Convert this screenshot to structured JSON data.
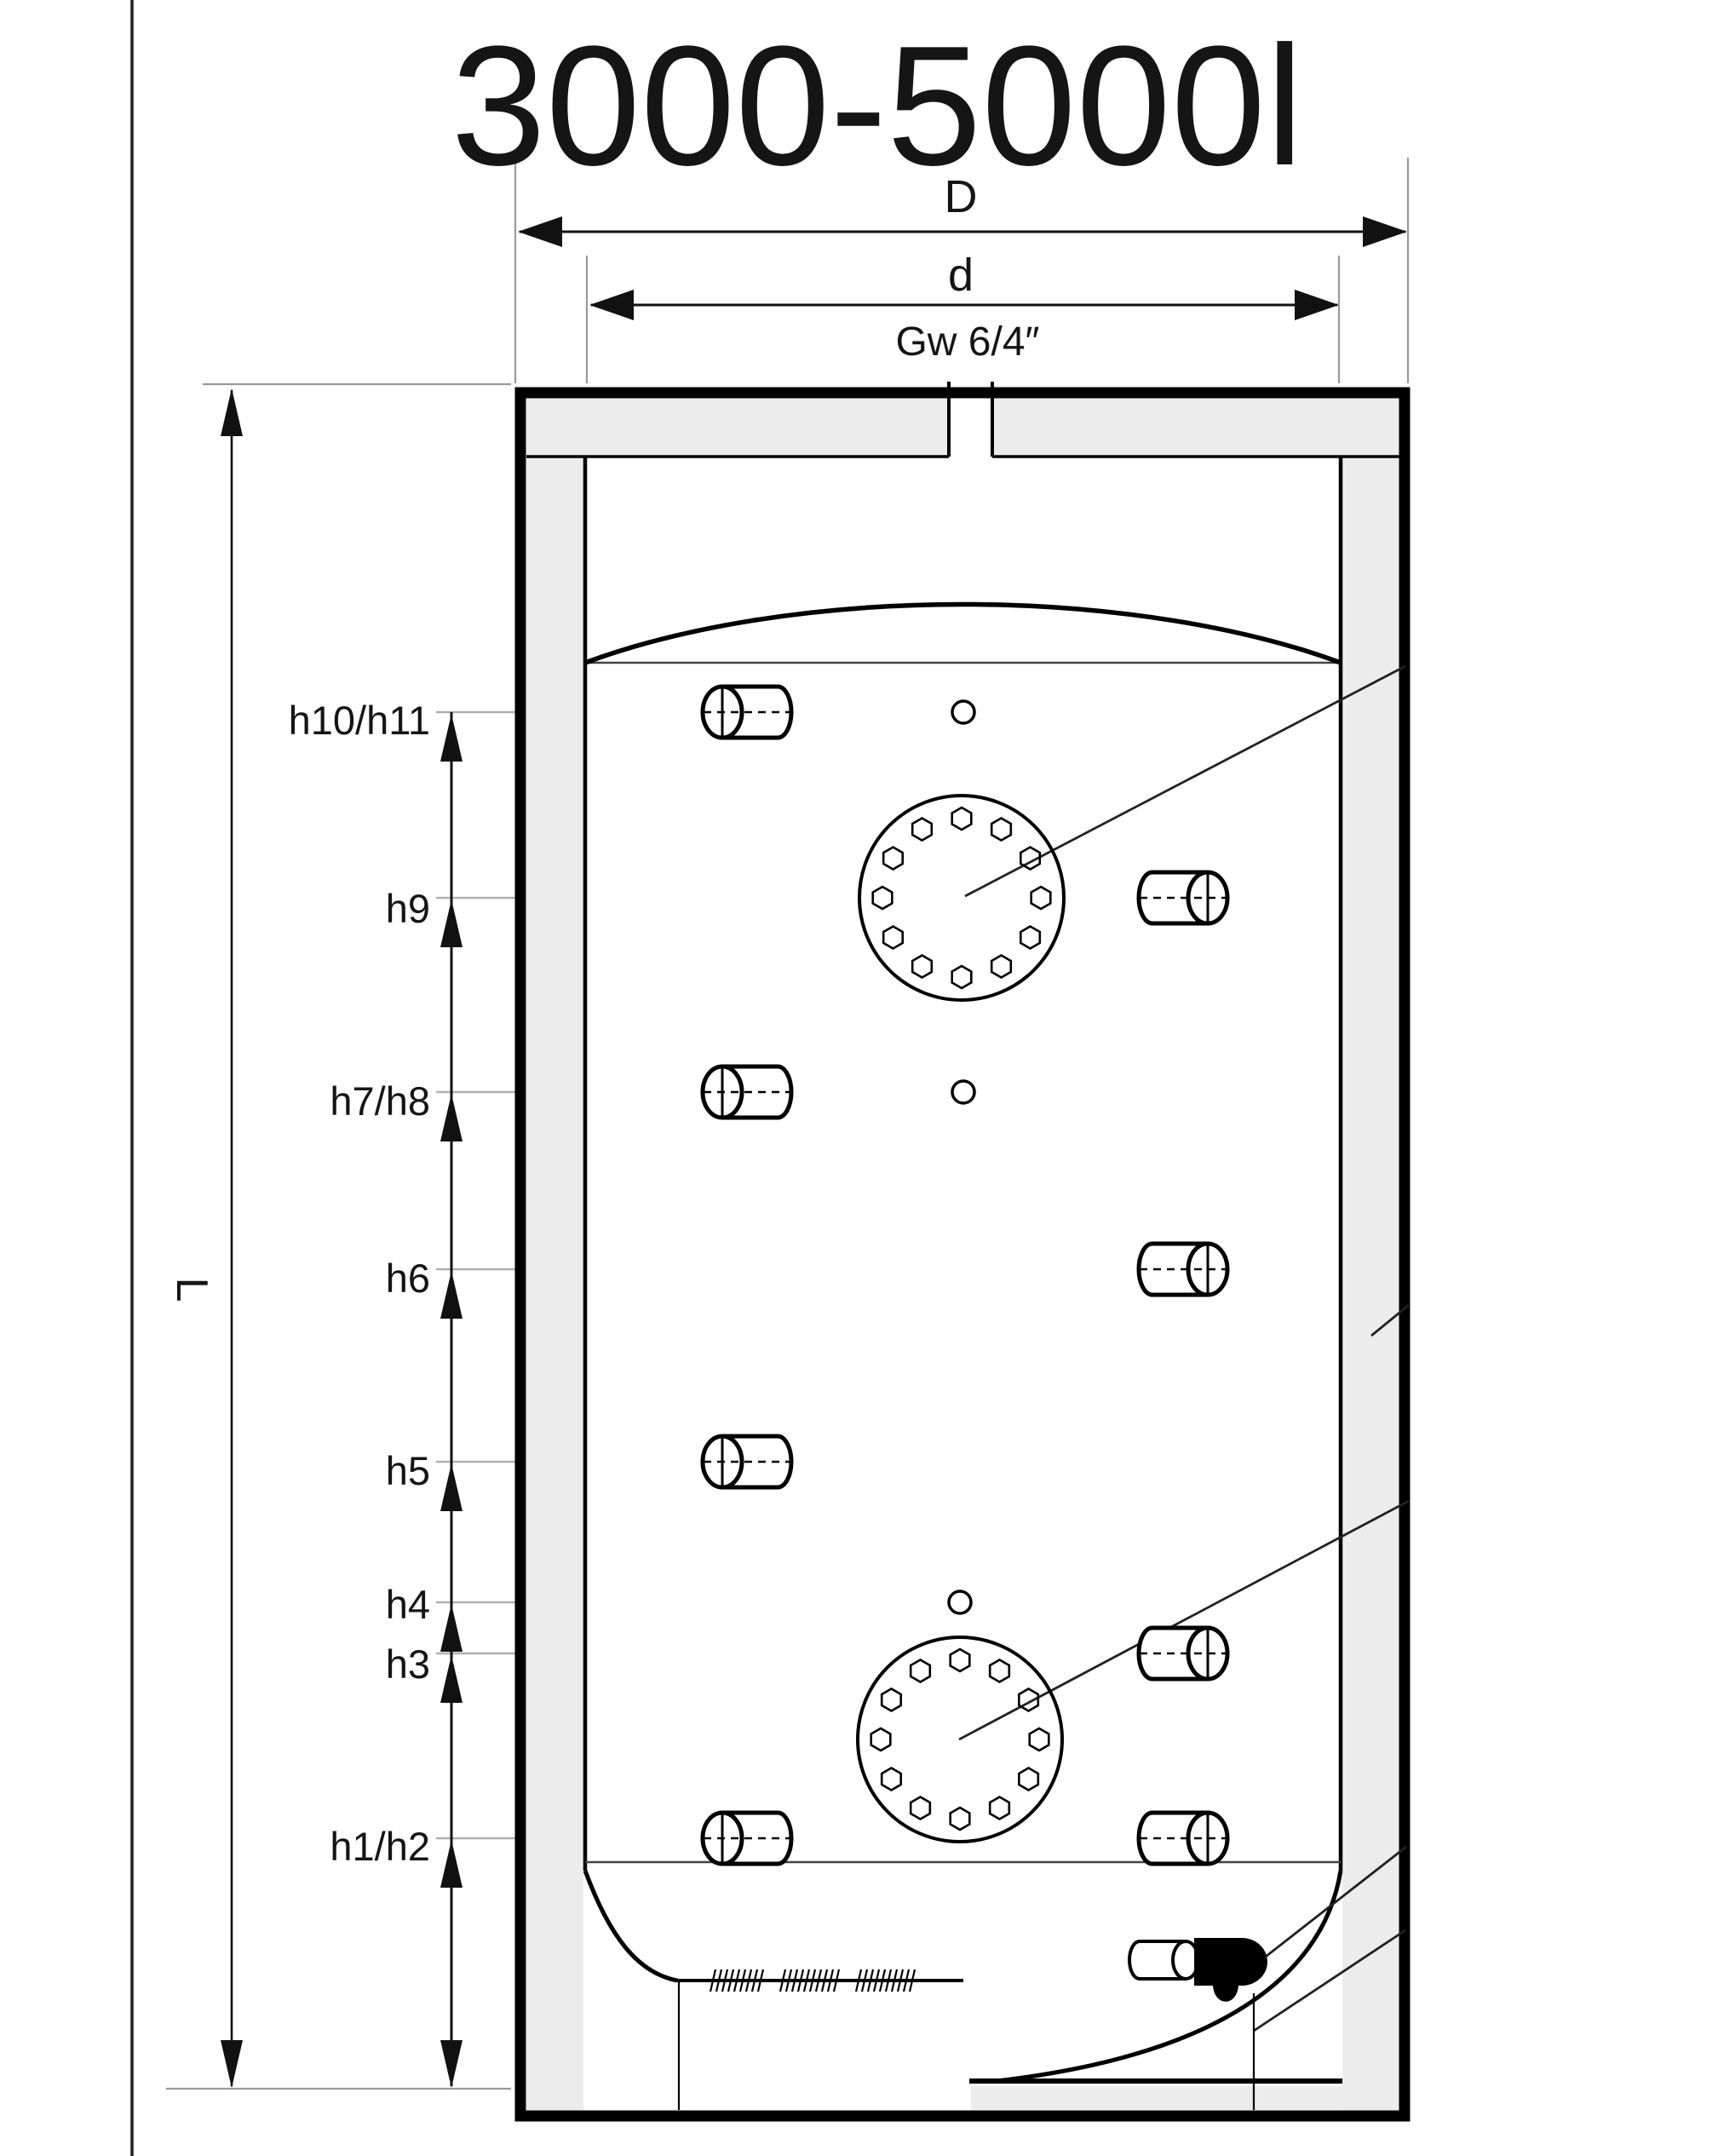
{
  "title": "3000-5000l",
  "dimensions": {
    "outer_diameter_label": "D",
    "inner_diameter_label": "d",
    "top_connection_label": "Gw 6/4″",
    "length_label": "L"
  },
  "levels": [
    {
      "label": "h10/h11"
    },
    {
      "label": "h9"
    },
    {
      "label": "h7/h8"
    },
    {
      "label": "h6"
    },
    {
      "label": "h5"
    },
    {
      "label": "h4"
    },
    {
      "label": "h3"
    },
    {
      "label": "h1/h2"
    }
  ]
}
